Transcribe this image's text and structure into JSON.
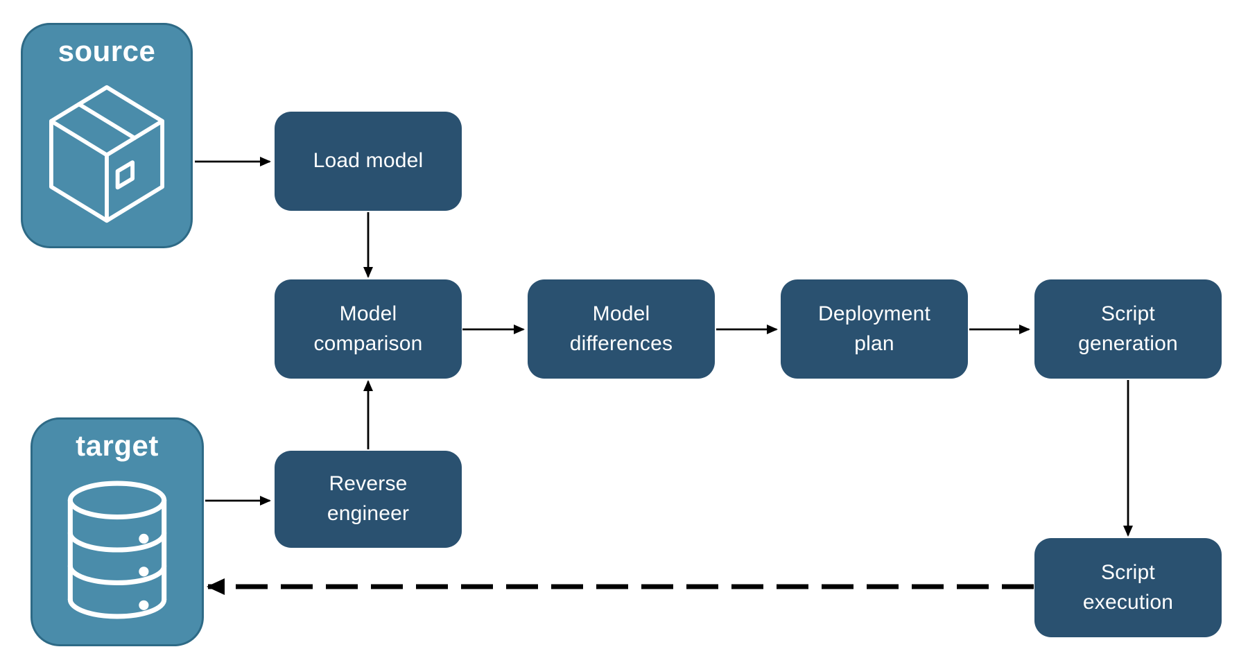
{
  "colors": {
    "background": "#ffffff",
    "endpoint_fill": "#4A8CAA",
    "endpoint_border": "#2E6A86",
    "process_fill": "#2A5170",
    "text": "#ffffff",
    "arrow": "#000000"
  },
  "nodes": {
    "source": {
      "label": "source",
      "type": "endpoint",
      "icon": "package-icon"
    },
    "target": {
      "label": "target",
      "type": "endpoint",
      "icon": "database-icon"
    },
    "load_model": {
      "label": "Load model",
      "type": "process"
    },
    "model_comparison": {
      "label": "Model\ncomparison",
      "type": "process"
    },
    "model_differences": {
      "label": "Model\ndifferences",
      "type": "process"
    },
    "deployment_plan": {
      "label": "Deployment\nplan",
      "type": "process"
    },
    "script_generation": {
      "label": "Script\ngeneration",
      "type": "process"
    },
    "reverse_engineer": {
      "label": "Reverse\nengineer",
      "type": "process"
    },
    "script_execution": {
      "label": "Script\nexecution",
      "type": "process"
    }
  },
  "edges": [
    {
      "from": "source",
      "to": "load_model",
      "style": "solid"
    },
    {
      "from": "load_model",
      "to": "model_comparison",
      "style": "solid"
    },
    {
      "from": "model_comparison",
      "to": "model_differences",
      "style": "solid"
    },
    {
      "from": "model_differences",
      "to": "deployment_plan",
      "style": "solid"
    },
    {
      "from": "deployment_plan",
      "to": "script_generation",
      "style": "solid"
    },
    {
      "from": "script_generation",
      "to": "script_execution",
      "style": "solid"
    },
    {
      "from": "target",
      "to": "reverse_engineer",
      "style": "solid"
    },
    {
      "from": "reverse_engineer",
      "to": "model_comparison",
      "style": "solid"
    },
    {
      "from": "script_execution",
      "to": "target",
      "style": "dashed"
    }
  ]
}
